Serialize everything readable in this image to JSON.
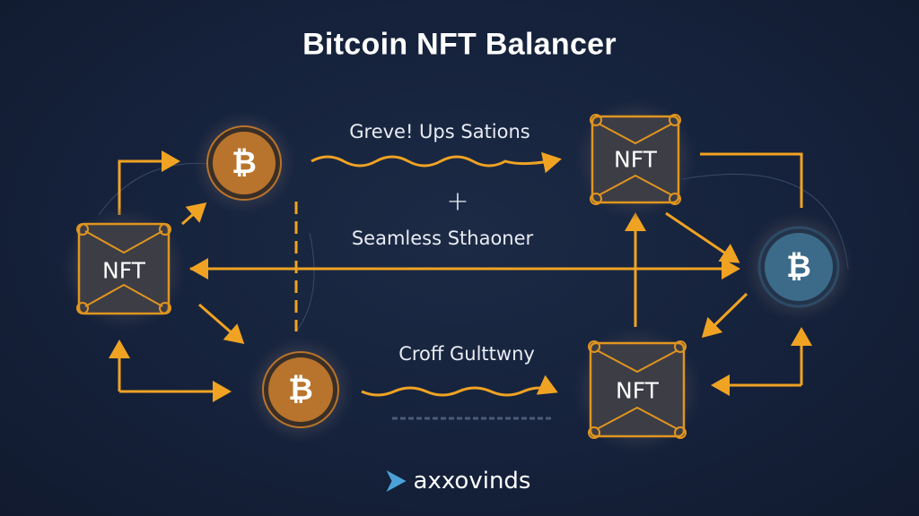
{
  "title": "Bitcoin NFT Balancer",
  "labels": {
    "top": "Greve! Ups Sations",
    "plus": "+",
    "middle": "Seamless Sthaoner",
    "bottom": "Croff Gulttwny"
  },
  "nodes": {
    "nft_left": "NFT",
    "nft_top_right": "NFT",
    "nft_bottom_right": "NFT",
    "btc_symbol": "₿"
  },
  "logo": {
    "text": "axxovinds"
  },
  "colors": {
    "background": "#15213a",
    "accent": "#f0a323",
    "coin": "#b8742c",
    "coin_blue": "#3c6b8a"
  }
}
